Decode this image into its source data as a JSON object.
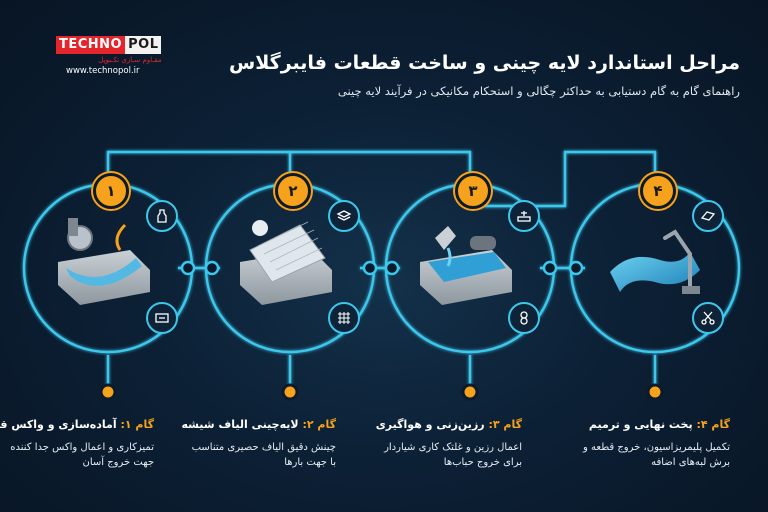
{
  "logo": {
    "part1": "TECHNO",
    "part2": "POL",
    "tagline": "مقـاوم سـازی تکـنوپل",
    "url": "www.technopol.ir"
  },
  "header": {
    "title": "مراحل استاندارد لایه چینی و ساخت قطعات فایبرگلاس",
    "subtitle": "راهنمای گام به گام دستیابی به حداکثر چگالی و استحکام مکانیکی در فرآیند لایه چینی"
  },
  "colors": {
    "accent": "#f6a21c",
    "line": "#3cc7ec",
    "bg": "#0b1a2c"
  },
  "steps": [
    {
      "badge": "۱",
      "label": "گام ۱:",
      "name": "آماده‌سازی و واکس قالب",
      "desc": "تمیزکاری و اعمال واکس جدا کننده جهت خروج آسان",
      "icons": [
        "wax-bottle-icon",
        "release-agent-icon"
      ]
    },
    {
      "badge": "۲",
      "label": "گام ۲:",
      "name": "لایه‌چینی الیاف شیشه",
      "desc": "چینش دقیق الیاف حصیری متناسب با جهت بارها",
      "icons": [
        "fabric-layers-icon",
        "mesh-icon"
      ]
    },
    {
      "badge": "۳",
      "label": "گام ۳:",
      "name": "رزین‌زنی و هواگیری",
      "desc": "اعمال رزین و غلتک کاری شیاردار برای خروج حباب‌ها",
      "icons": [
        "resin-roller-icon",
        "bubbles-icon"
      ]
    },
    {
      "badge": "۴",
      "label": "گام ۴:",
      "name": "پخت نهایی و ترمیم",
      "desc": "تکمیل پلیمریزاسیون، خروج قطعه و برش لبه‌های اضافه",
      "icons": [
        "finished-part-icon",
        "scissors-icon"
      ]
    }
  ]
}
